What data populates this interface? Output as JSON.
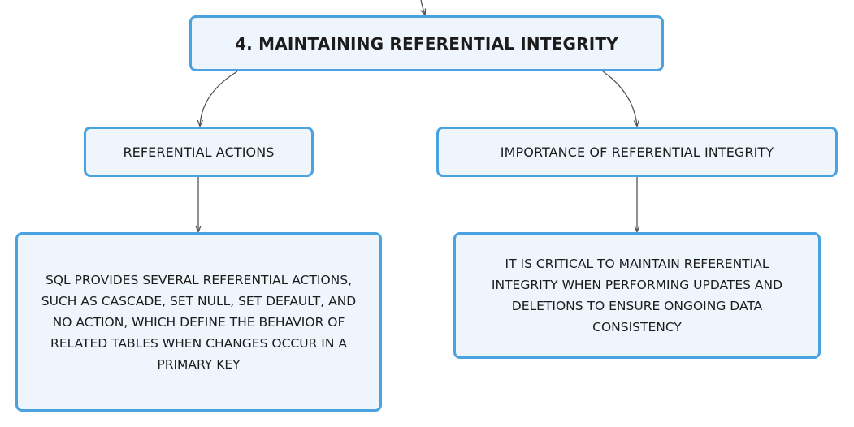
{
  "root": {
    "title": "4. MAINTAINING REFERENTIAL INTEGRITY"
  },
  "branches": [
    {
      "label": "REFERENTIAL ACTIONS",
      "detail": "SQL PROVIDES SEVERAL REFERENTIAL ACTIONS, SUCH AS CASCADE, SET NULL, SET DEFAULT, AND NO ACTION, WHICH DEFINE THE BEHAVIOR OF RELATED TABLES WHEN CHANGES OCCUR IN A PRIMARY KEY"
    },
    {
      "label": "IMPORTANCE OF REFERENTIAL INTEGRITY",
      "detail": "IT IS CRITICAL TO MAINTAIN REFERENTIAL INTEGRITY WHEN PERFORMING UPDATES AND DELETIONS TO ENSURE ONGOING DATA CONSISTENCY"
    }
  ],
  "colors": {
    "node_border": "#4aa3e0",
    "node_fill": "#eef5fc",
    "connector": "#555555",
    "text": "#1c1c1c"
  }
}
